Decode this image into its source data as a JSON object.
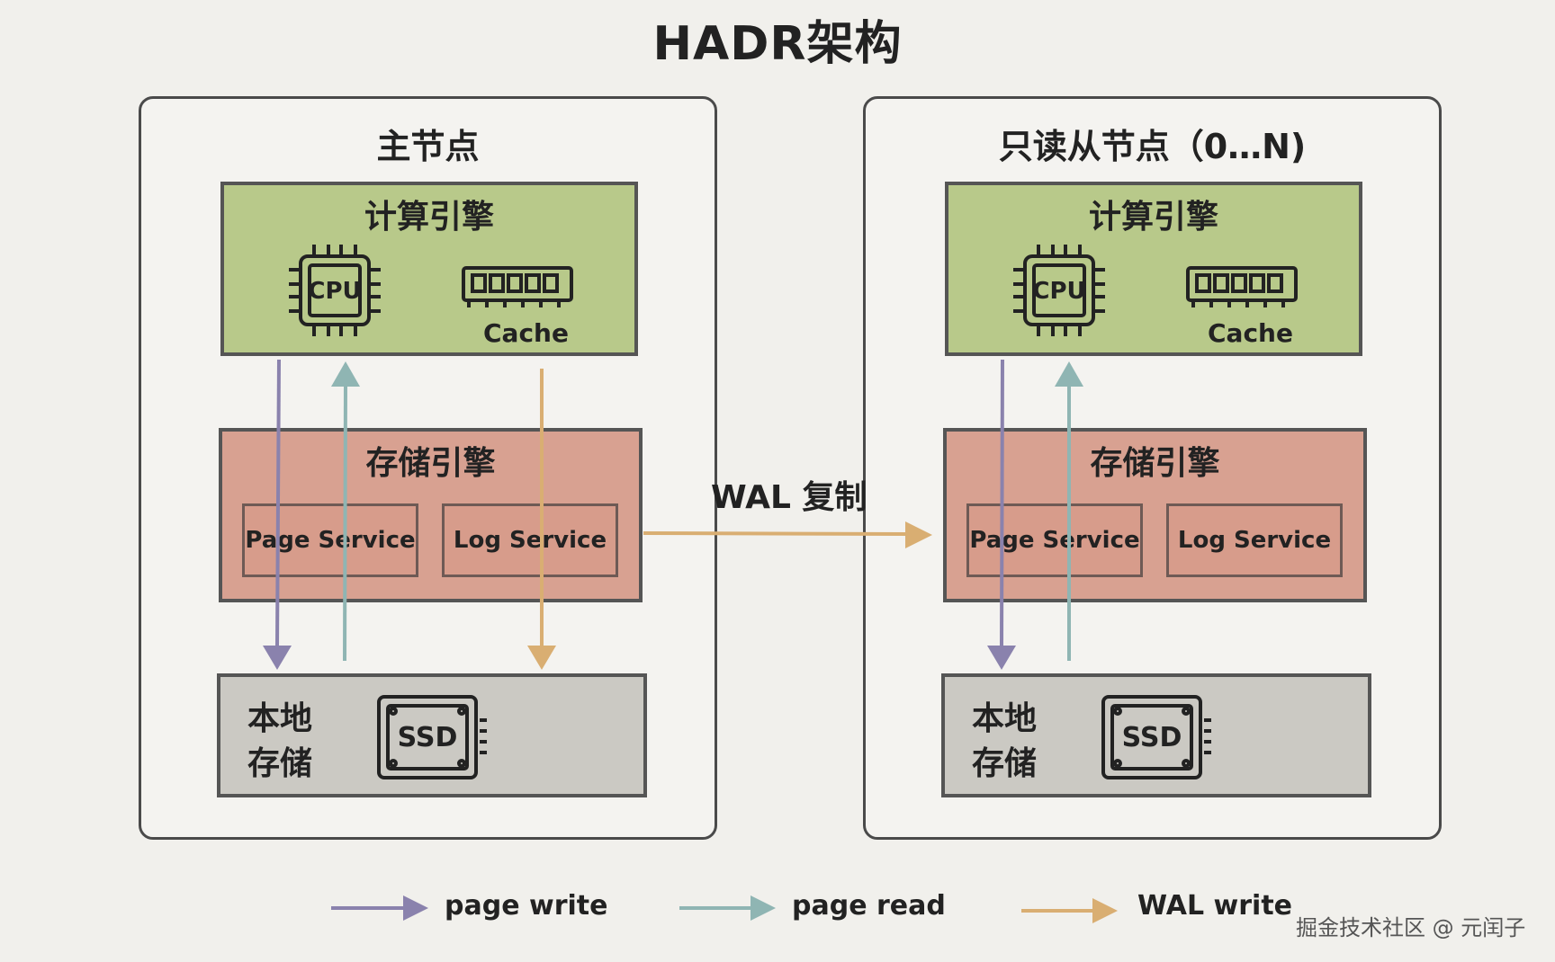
{
  "title": "HADR架构",
  "primary": {
    "title": "主节点",
    "compute": {
      "title": "计算引擎",
      "cpu_label": "CPU",
      "cache_label": "Cache",
      "cpu_icon": "cpu-icon",
      "ram_icon": "memory-icon"
    },
    "storage": {
      "title": "存储引擎",
      "page_service": "Page Service",
      "log_service": "Log Service"
    },
    "local": {
      "title": "本地存储",
      "ssd_label": "SSD",
      "ssd_icon": "ssd-icon"
    }
  },
  "replica": {
    "title": "只读从节点（0…N)",
    "compute": {
      "title": "计算引擎",
      "cpu_label": "CPU",
      "cache_label": "Cache",
      "cpu_icon": "cpu-icon",
      "ram_icon": "memory-icon"
    },
    "storage": {
      "title": "存储引擎",
      "page_service": "Page Service",
      "log_service": "Log Service"
    },
    "local": {
      "title": "本地存储",
      "ssd_label": "SSD",
      "ssd_icon": "ssd-icon"
    }
  },
  "replication_label": "WAL 复制",
  "legend": [
    {
      "label": "page write",
      "color": "#8a82ad"
    },
    {
      "label": "page read",
      "color": "#8fb5b3"
    },
    {
      "label": "WAL write",
      "color": "#d9ae72"
    }
  ],
  "watermark": "掘金技术社区 @ 元闰子"
}
